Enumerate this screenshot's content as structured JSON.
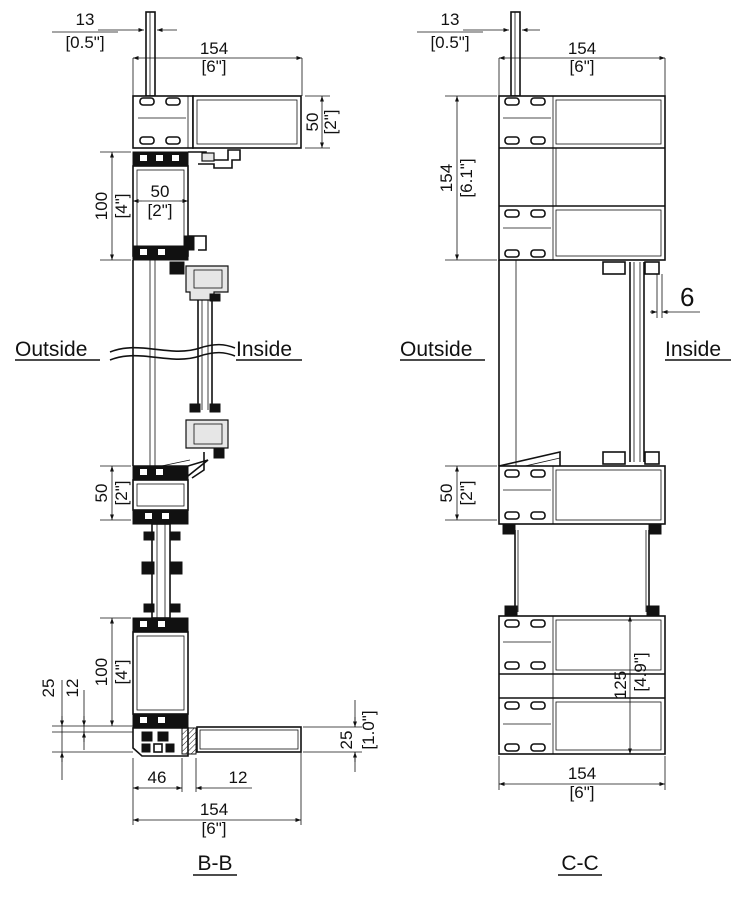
{
  "sections": {
    "bb": {
      "title": "B-B",
      "outside": "Outside",
      "inside": "Inside",
      "dims": {
        "top_offset_mm": "13",
        "top_offset_in": "[0.5\"]",
        "top_width_mm": "154",
        "top_width_in": "[6\"]",
        "head_height_mm": "50",
        "head_height_in": "[2\"]",
        "upper_box_h_mm": "100",
        "upper_box_h_in": "[4\"]",
        "upper_box_w_mm": "50",
        "upper_box_w_in": "[2\"]",
        "sill_h_mm": "50",
        "sill_h_in": "[2\"]",
        "lower_box_h_mm": "100",
        "lower_box_h_in": "[4\"]",
        "left_25": "25",
        "left_12": "12",
        "right_25_mm": "25",
        "right_25_in": "[1.0\"]",
        "bottom_46": "46",
        "bottom_12": "12",
        "bottom_width_mm": "154",
        "bottom_width_in": "[6\"]"
      }
    },
    "cc": {
      "title": "C-C",
      "outside": "Outside",
      "inside": "Inside",
      "dims": {
        "top_offset_mm": "13",
        "top_offset_in": "[0.5\"]",
        "top_width_mm": "154",
        "top_width_in": "[6\"]",
        "head_height_mm": "154",
        "head_height_in": "[6.1\"]",
        "gap": "6",
        "sill_h_mm": "50",
        "sill_h_in": "[2\"]",
        "lower_h_mm": "125",
        "lower_h_in": "[4.9\"]",
        "bottom_width_mm": "154",
        "bottom_width_in": "[6\"]"
      }
    }
  }
}
